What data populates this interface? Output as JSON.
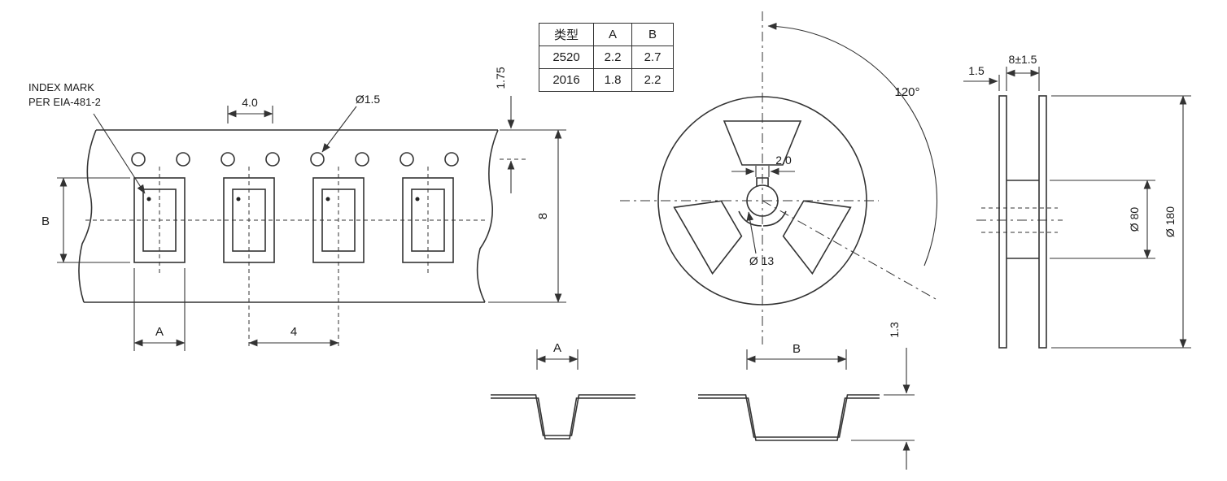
{
  "drawing": {
    "tape": {
      "index_mark_label_line1": "INDEX MARK",
      "index_mark_label_line2": "PER EIA-481-2",
      "hole_pitch": "4.0",
      "hole_diameter": "Ø1.5",
      "pocket_width_label": "B",
      "pocket_length_label": "A",
      "pocket_pitch": "4",
      "edge_to_hole": "1.75",
      "tape_width": "8"
    },
    "size_table": {
      "headers": [
        "类型",
        "A",
        "B"
      ],
      "rows": [
        [
          "2520",
          "2.2",
          "2.7"
        ],
        [
          "2016",
          "1.8",
          "2.2"
        ]
      ]
    },
    "reel_front": {
      "window_angle": "120°",
      "key_slot_width": "2.0",
      "hub_hole_diameter": "Ø 13"
    },
    "reel_side": {
      "flange_thickness": "1.5",
      "reel_width": "8±1.5",
      "hub_diameter": "Ø 80",
      "flange_diameter": "Ø 180"
    },
    "sections": {
      "section_a_label": "A",
      "section_b_label": "B",
      "depth": "1.3"
    },
    "colors": {
      "line": "#333333",
      "background": "#ffffff"
    }
  }
}
